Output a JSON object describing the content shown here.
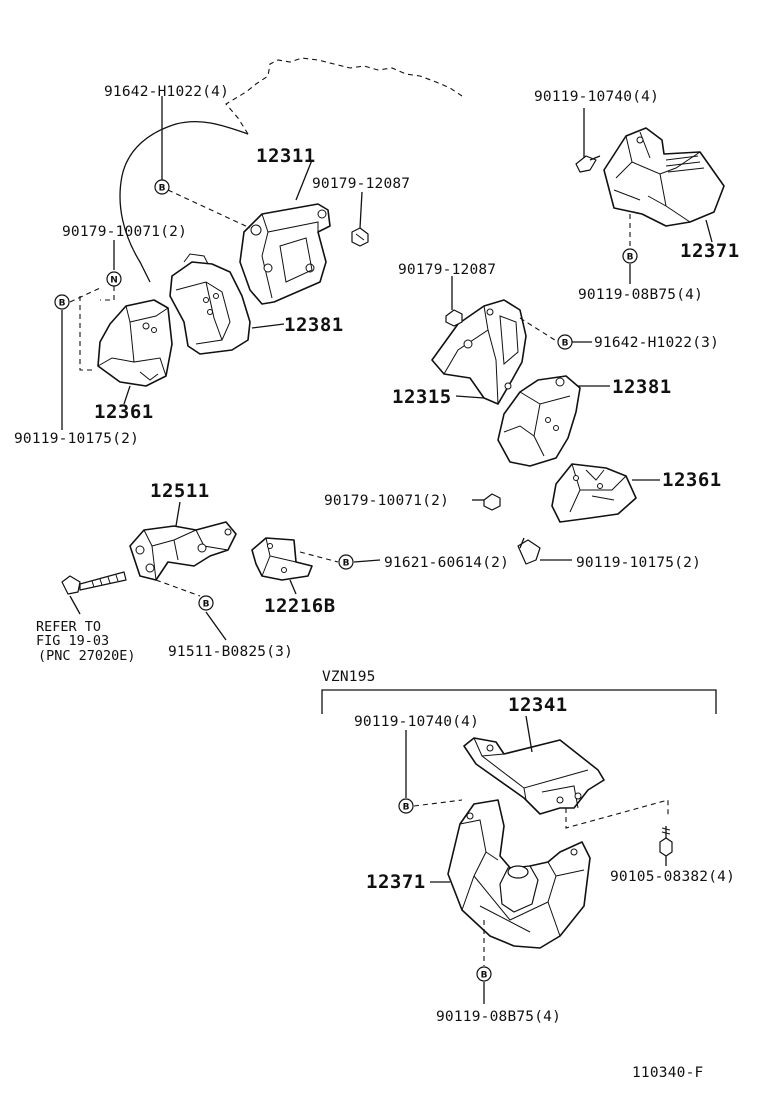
{
  "symbols": {
    "bolt_mark": "B",
    "nut_mark": "N"
  },
  "labels": {
    "p_91642_H1022_4": "91642-H1022(4)",
    "p_12311": "12311",
    "p_90179_12087_a": "90179-12087",
    "p_90179_10071_2_a": "90179-10071(2)",
    "p_12381_a": "12381",
    "p_12361_a": "12361",
    "p_90119_10175_2_a": "90119-10175(2)",
    "p_90119_10740_4_a": "90119-10740(4)",
    "p_12371_a": "12371",
    "p_90119_08B75_4_a": "90119-08B75(4)",
    "p_90179_12087_b": "90179-12087",
    "p_91642_H1022_3": "91642-H1022(3)",
    "p_12315": "12315",
    "p_12381_b": "12381",
    "p_12361_b": "12361",
    "p_90179_10071_2_b": "90179-10071(2)",
    "p_12511": "12511",
    "p_91621_60614": "91621-60614(2)",
    "p_90119_10175_2_b": "90119-10175(2)",
    "p_12216B": "12216B",
    "refer_line1": "REFER TO",
    "refer_line2": "FIG 19-03",
    "refer_line3": "(PNC 27020E)",
    "p_91511_B0825_3": "91511-B0825(3)",
    "variant": "VZN195",
    "p_12341": "12341",
    "p_90119_10740_4_b": "90119-10740(4)",
    "p_90105_08382_4": "90105-08382(4)",
    "p_12371_b": "12371",
    "p_90119_08B75_4_b": "90119-08B75(4)",
    "figure_code": "110340-F"
  }
}
